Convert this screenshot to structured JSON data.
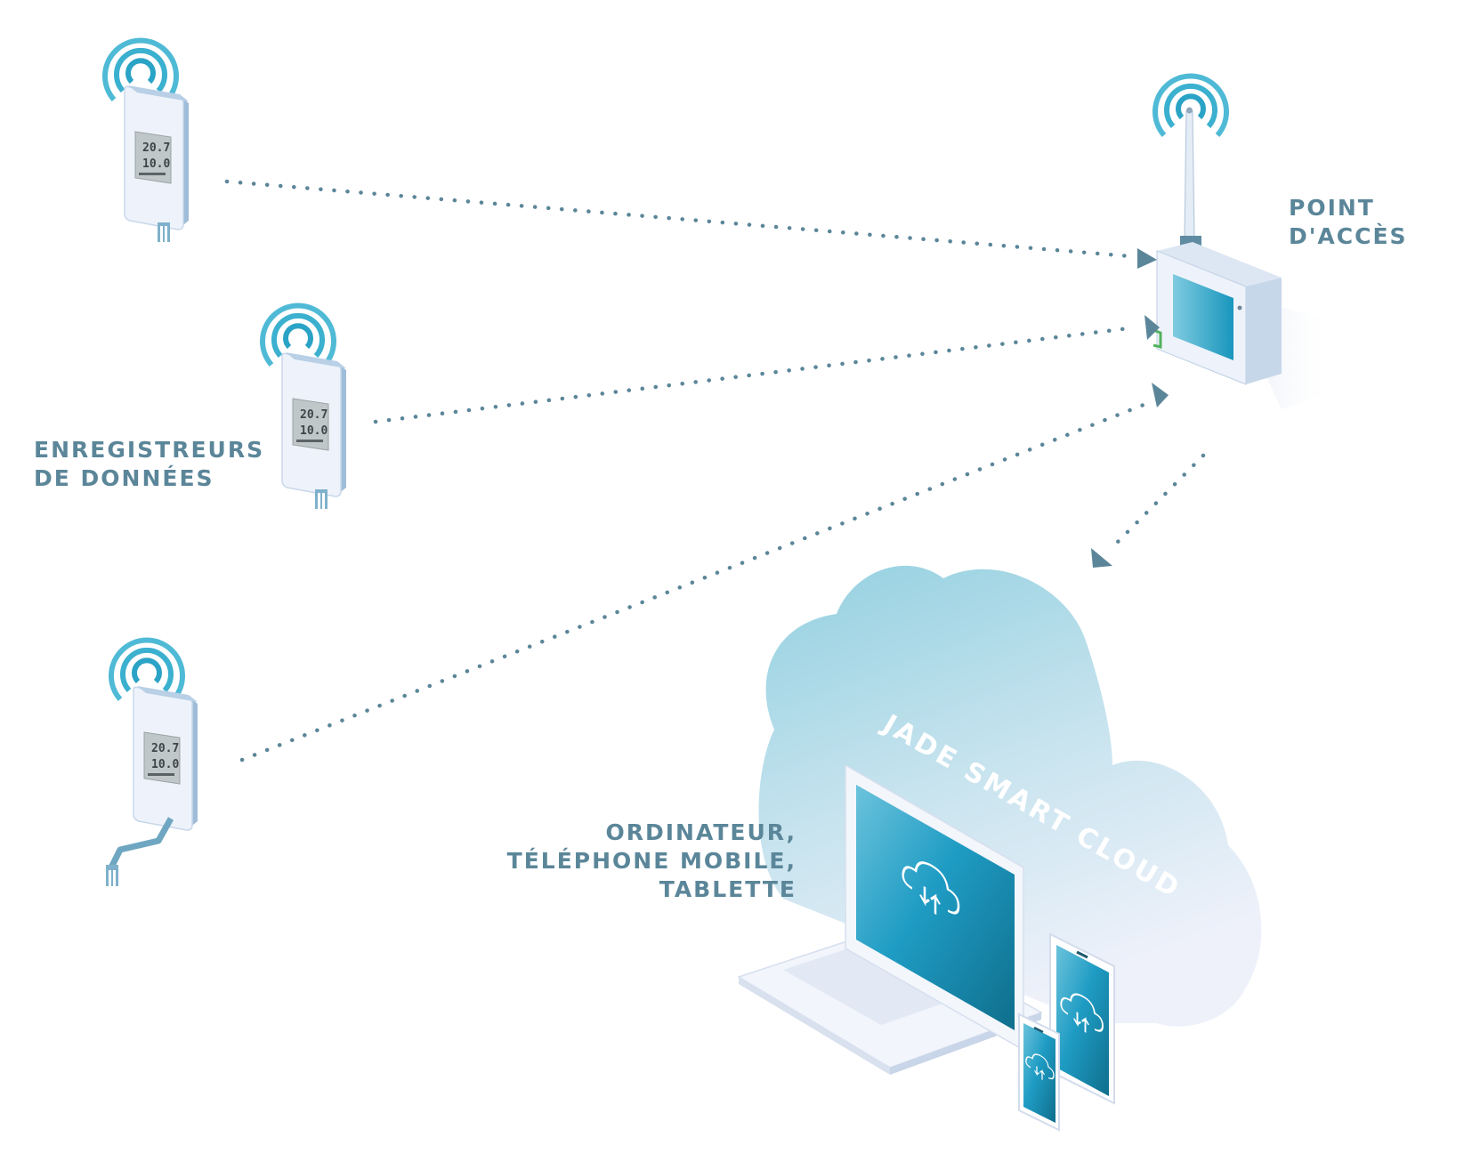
{
  "labels": {
    "data_loggers": [
      "ENREGISTREURS",
      "DE DONNÉES"
    ],
    "access_point": [
      "POINT",
      "D'ACCÈS"
    ],
    "devices": [
      "ORDINATEUR,",
      "TÉLÉPHONE MOBILE,",
      "TABLETTE"
    ],
    "cloud": "JADE SMART CLOUD"
  },
  "loggers": [
    {
      "id": "logger-1",
      "display_line1": "20.7",
      "display_line2": "10.0",
      "probe": "direct"
    },
    {
      "id": "logger-2",
      "display_line1": "20.7",
      "display_line2": "10.0",
      "probe": "direct"
    },
    {
      "id": "logger-3",
      "display_line1": "20.7",
      "display_line2": "10.0",
      "probe": "cable"
    }
  ],
  "connections": [
    {
      "from": "logger-1",
      "to": "access-point",
      "style": "dotted-arrow"
    },
    {
      "from": "logger-2",
      "to": "access-point",
      "style": "dotted-arrow"
    },
    {
      "from": "logger-3",
      "to": "access-point",
      "style": "dotted-arrow"
    },
    {
      "from": "access-point",
      "to": "cloud",
      "style": "dotted-arrow"
    }
  ],
  "colors": {
    "label": "#5b8699",
    "arrow": "#5b8699",
    "wifi": "#2aa3c6",
    "screen": "#1f8fb5",
    "cloud_top": "#9dd5e3",
    "cloud_bottom": "#e8eef8",
    "device_body": "#eef3fb",
    "device_edge": "#a8c3dc"
  },
  "icons": {
    "wifi": "wifi-signal-icon",
    "cloud_sync": "cloud-sync-icon"
  }
}
